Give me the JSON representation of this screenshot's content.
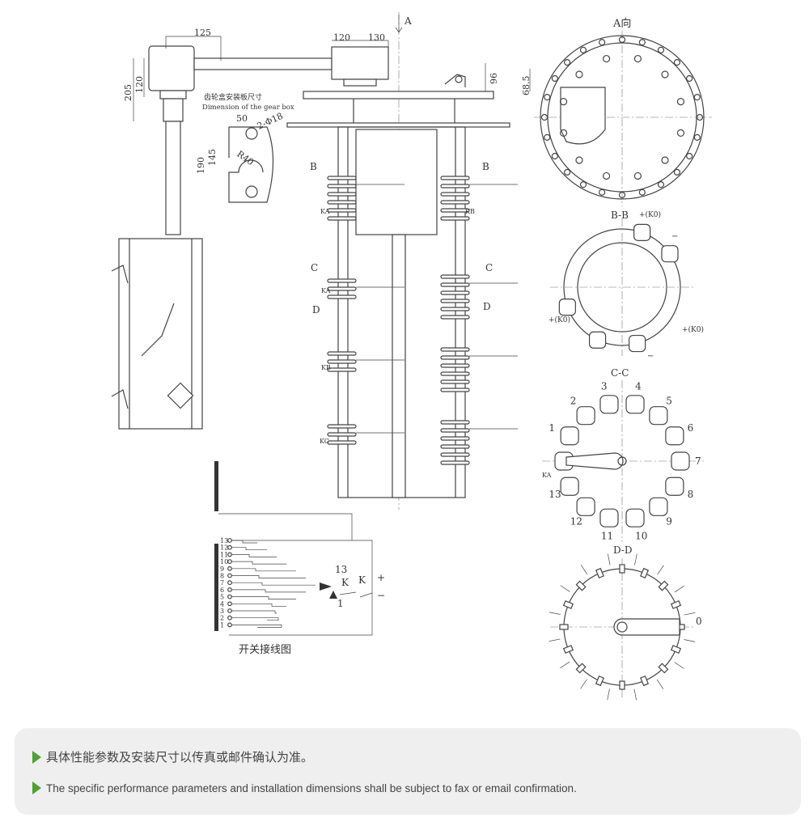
{
  "drawing": {
    "view_a_arrow": "A",
    "view_a_title": "A向",
    "dims": {
      "d125": "125",
      "d120a": "120",
      "d130": "130",
      "d205": "205",
      "d120b": "120",
      "d96": "96",
      "d68": "68.5",
      "d50": "50",
      "hole": "2-Φ18",
      "r40": "R40",
      "d190": "190",
      "d145": "145"
    },
    "gearbox_label_cn": "齿轮盒安装板尺寸",
    "gearbox_label_en": "Dimension of the gear box",
    "section_marks": {
      "b": "B",
      "c": "C",
      "d": "D"
    },
    "contacts": {
      "ka": "KA",
      "kb": "KB",
      "kc": "KC"
    },
    "sections": {
      "bb": "B-B",
      "cc": "C-C",
      "dd": "D-D"
    },
    "bb_plus": "+(K0)",
    "bb_minus": "−",
    "positions": [
      "1",
      "2",
      "3",
      "4",
      "5",
      "6",
      "7",
      "8",
      "9",
      "10",
      "11",
      "12",
      "13"
    ],
    "dd_zero": "0",
    "wiring": {
      "title": "开关接线图",
      "n13": "13",
      "n1": "1",
      "k": "K",
      "plus": "+",
      "minus": "−"
    }
  },
  "note": {
    "cn": "具体性能参数及安装尺寸以传真或邮件确认为准。",
    "en": "The specific performance parameters and installation dimensions shall be subject to fax or email confirmation.",
    "accent": "#4aa52f"
  }
}
